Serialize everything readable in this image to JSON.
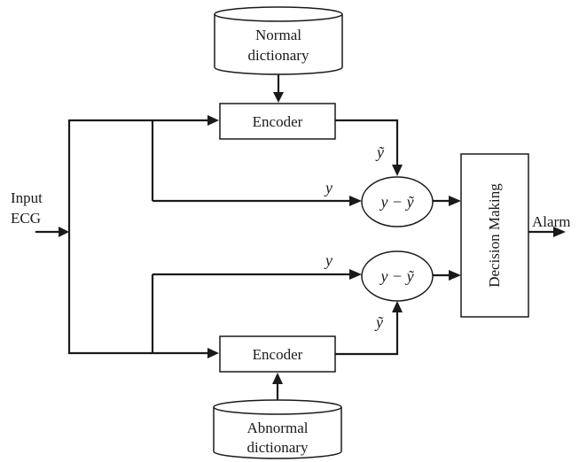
{
  "diagram": {
    "normal_dictionary": [
      "Normal",
      "dictionary"
    ],
    "abnormal_dictionary": [
      "Abnormal",
      "dictionary"
    ],
    "encoder_top": "Encoder",
    "encoder_bottom": "Encoder",
    "input": [
      "Input",
      "ECG"
    ],
    "diff_top": "y − ỹ",
    "diff_bottom": "y − ỹ",
    "y_label_top": "y",
    "y_label_bottom": "y",
    "ytilde_top": "ỹ",
    "ytilde_bottom": "ỹ",
    "decision": "Decision Making",
    "alarm": "Alarm"
  }
}
